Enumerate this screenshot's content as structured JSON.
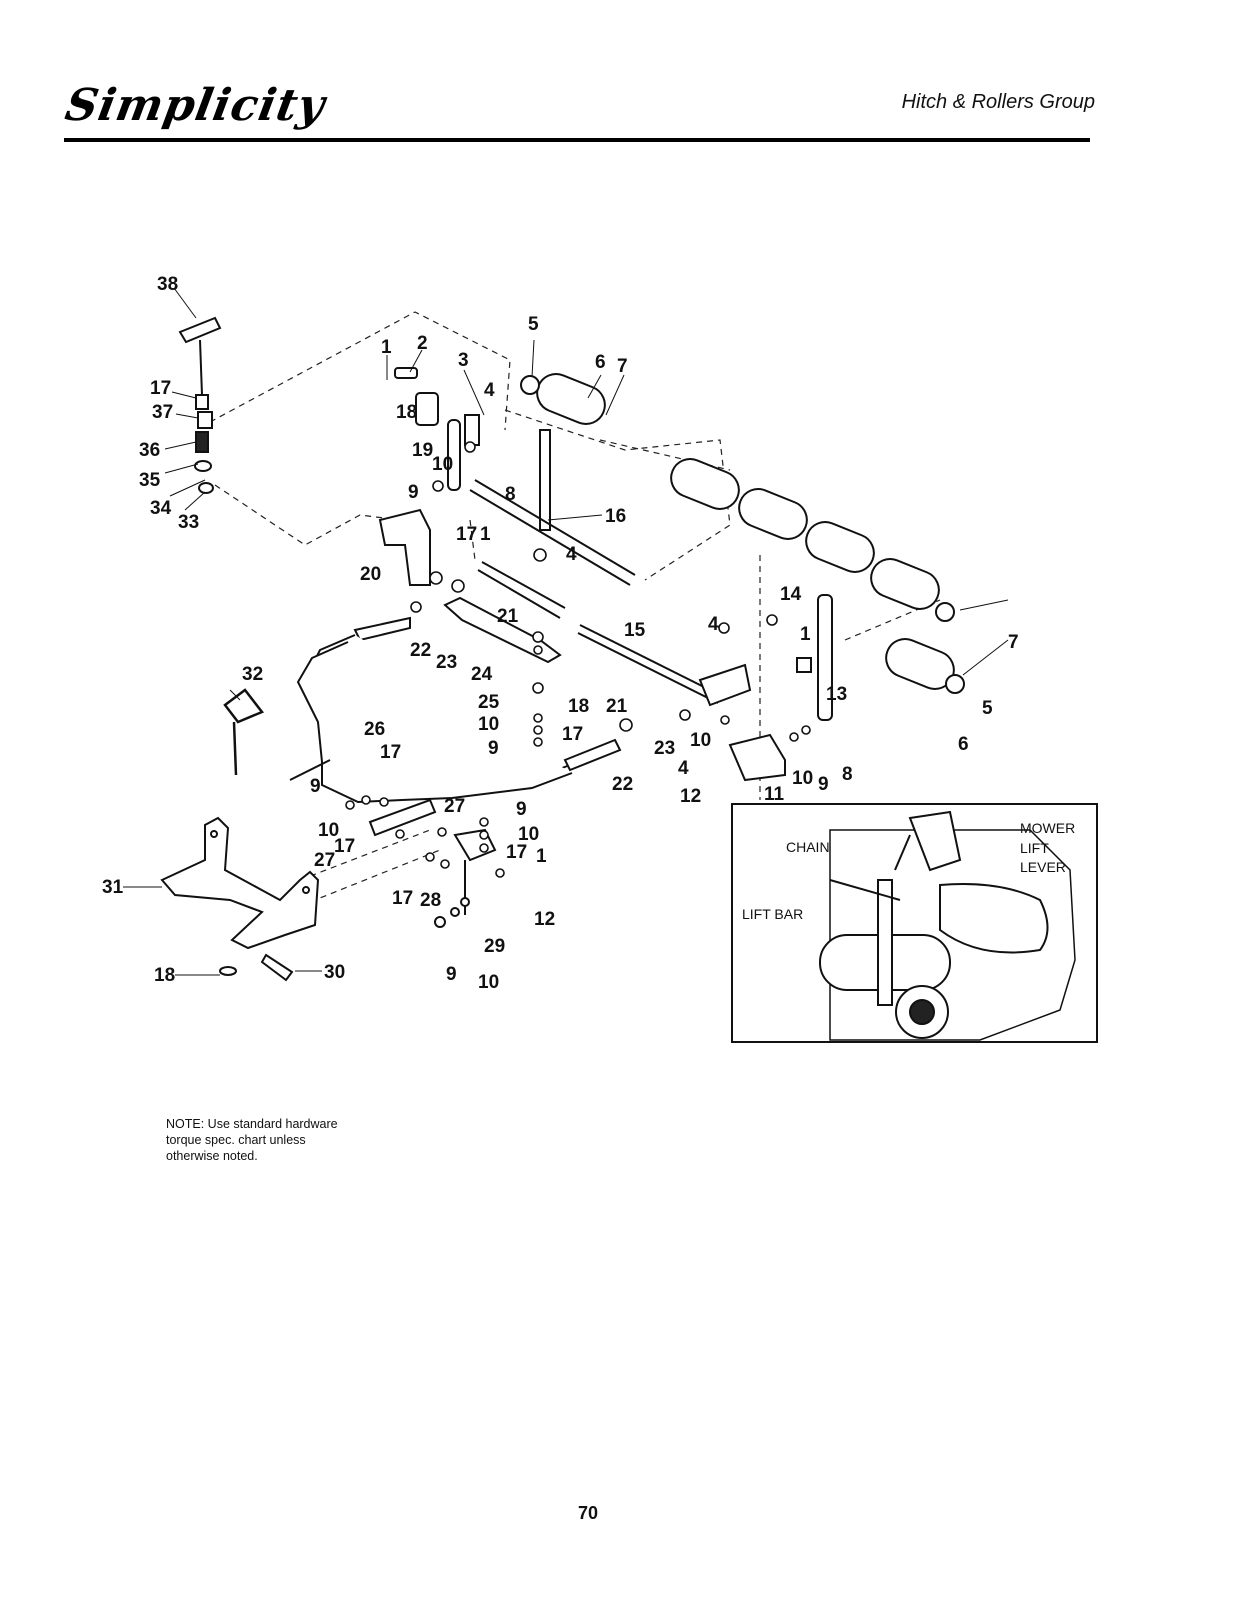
{
  "header": {
    "brand": "Simplicity",
    "section_title": "Hitch & Rollers Group"
  },
  "callouts": [
    "38",
    "17",
    "37",
    "36",
    "35",
    "34",
    "33",
    "1",
    "2",
    "18",
    "3",
    "19",
    "10",
    "9",
    "4",
    "5",
    "6",
    "7",
    "8",
    "16",
    "20",
    "17",
    "1",
    "4",
    "21",
    "22",
    "23",
    "24",
    "25",
    "18",
    "10",
    "9",
    "17",
    "15",
    "4",
    "14",
    "1",
    "13",
    "21",
    "23",
    "22",
    "4",
    "10",
    "12",
    "11",
    "10",
    "9",
    "8",
    "6",
    "5",
    "7",
    "32",
    "26",
    "17",
    "9",
    "10",
    "17",
    "27",
    "27",
    "9",
    "10",
    "17",
    "1",
    "17",
    "28",
    "12",
    "29",
    "9",
    "10",
    "31",
    "18",
    "30"
  ],
  "inset": {
    "labels": {
      "chain": "CHAIN",
      "lift_bar": "LIFT BAR",
      "mower_lift_lever": [
        "MOWER",
        "LIFT",
        "LEVER"
      ]
    }
  },
  "note": {
    "lines": [
      "NOTE: Use standard hardware",
      "torque spec. chart unless",
      "otherwise noted."
    ]
  },
  "page_number": "70"
}
